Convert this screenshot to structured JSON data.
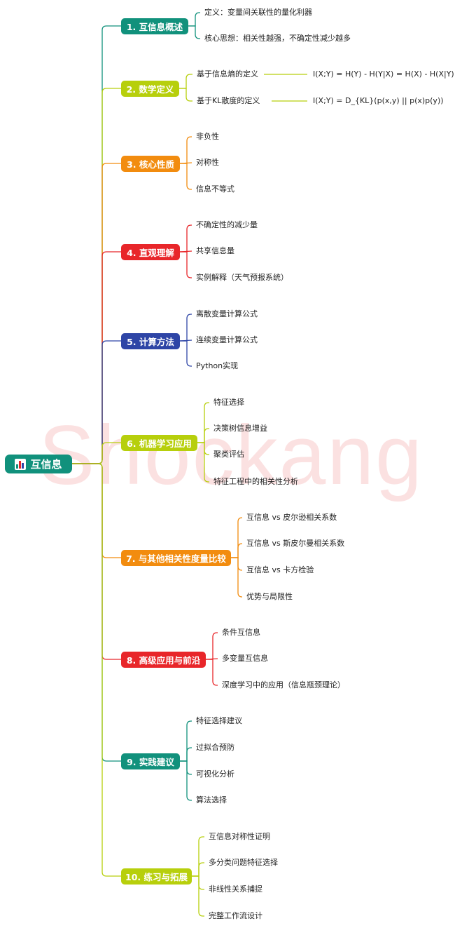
{
  "root": {
    "label": "互信息",
    "icon": "bar-chart-icon",
    "color": "#11917c"
  },
  "watermark": "Shockang",
  "branches": [
    {
      "label": "1. 互信息概述",
      "color": "#11917c",
      "children": [
        {
          "label": "定义：变量间关联性的量化利器"
        },
        {
          "label": "核心思想：相关性越强，不确定性减少越多"
        }
      ]
    },
    {
      "label": "2. 数学定义",
      "color": "#b7cf0c",
      "children": [
        {
          "label": "基于信息熵的定义",
          "formula": "I(X;Y) = H(Y) - H(Y|X) = H(X) - H(X|Y)"
        },
        {
          "label": "基于KL散度的定义",
          "formula": "I(X;Y) = D_{KL}(p(x,y) || p(x)p(y))"
        }
      ]
    },
    {
      "label": "3. 核心性质",
      "color": "#f28c0f",
      "children": [
        {
          "label": "非负性"
        },
        {
          "label": "对称性"
        },
        {
          "label": "信息不等式"
        }
      ]
    },
    {
      "label": "4. 直观理解",
      "color": "#e8262a",
      "children": [
        {
          "label": "不确定性的减少量"
        },
        {
          "label": "共享信息量"
        },
        {
          "label": "实例解释（天气预报系统）"
        }
      ]
    },
    {
      "label": "5. 计算方法",
      "color": "#2e45a6",
      "children": [
        {
          "label": "离散变量计算公式"
        },
        {
          "label": "连续变量计算公式"
        },
        {
          "label": "Python实现"
        }
      ]
    },
    {
      "label": "6. 机器学习应用",
      "color": "#b7cf0c",
      "children": [
        {
          "label": "特征选择"
        },
        {
          "label": "决策树信息增益"
        },
        {
          "label": "聚类评估"
        },
        {
          "label": "特征工程中的相关性分析"
        }
      ]
    },
    {
      "label": "7. 与其他相关性度量比较",
      "color": "#f28c0f",
      "children": [
        {
          "label": "互信息 vs 皮尔逊相关系数"
        },
        {
          "label": "互信息 vs 斯皮尔曼相关系数"
        },
        {
          "label": "互信息 vs 卡方检验"
        },
        {
          "label": "优势与局限性"
        }
      ]
    },
    {
      "label": "8. 高级应用与前沿",
      "color": "#e8262a",
      "children": [
        {
          "label": "条件互信息"
        },
        {
          "label": "多变量互信息"
        },
        {
          "label": "深度学习中的应用（信息瓶颈理论）"
        }
      ]
    },
    {
      "label": "9. 实践建议",
      "color": "#11917c",
      "children": [
        {
          "label": "特征选择建议"
        },
        {
          "label": "过拟合预防"
        },
        {
          "label": "可视化分析"
        },
        {
          "label": "算法选择"
        }
      ]
    },
    {
      "label": "10. 练习与拓展",
      "color": "#b7cf0c",
      "children": [
        {
          "label": "互信息对称性证明"
        },
        {
          "label": "多分类问题特征选择"
        },
        {
          "label": "非线性关系捕捉"
        },
        {
          "label": "完整工作流设计"
        }
      ]
    }
  ]
}
